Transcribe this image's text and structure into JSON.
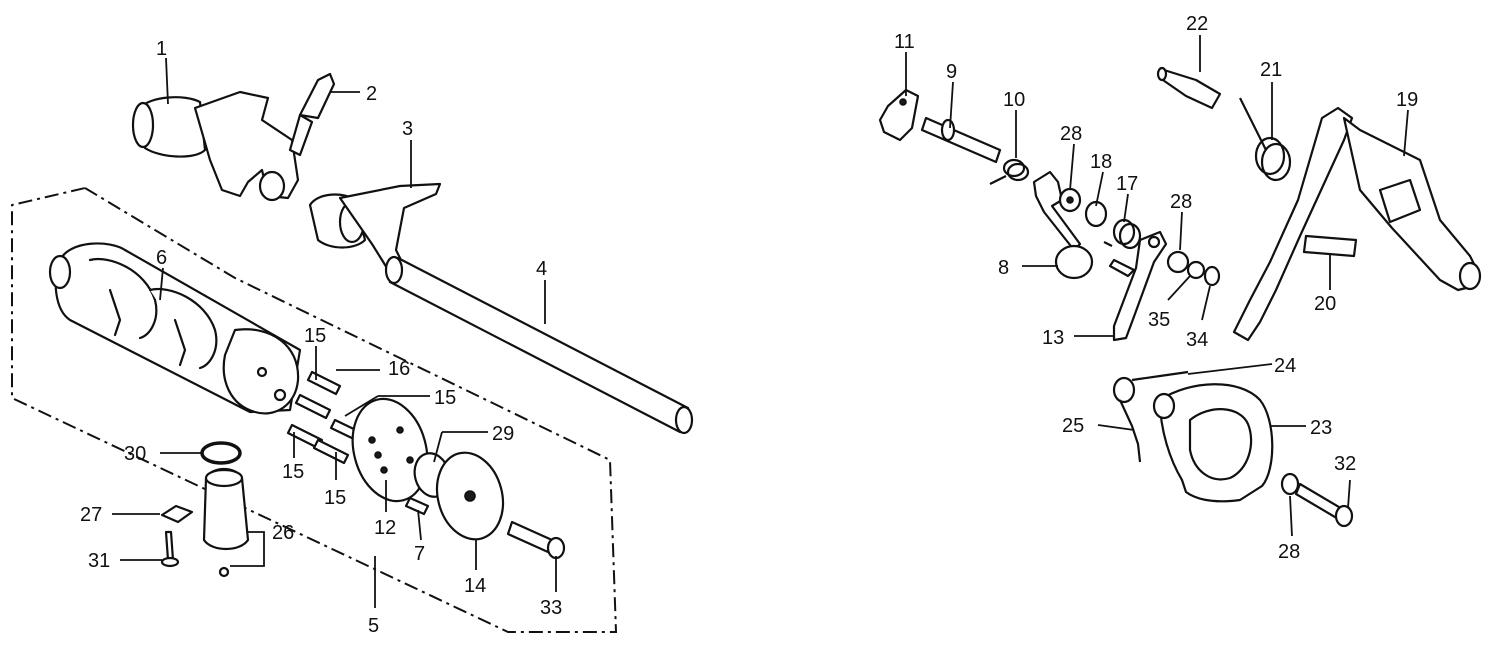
{
  "diagram": {
    "callouts": {
      "c1": "1",
      "c2": "2",
      "c3": "3",
      "c4": "4",
      "c5": "5",
      "c6": "6",
      "c7": "7",
      "c8": "8",
      "c9": "9",
      "c10": "10",
      "c11": "11",
      "c12": "12",
      "c13": "13",
      "c14": "14",
      "c15a": "15",
      "c15b": "15",
      "c15c": "15",
      "c15d": "15",
      "c16": "16",
      "c17": "17",
      "c18": "18",
      "c19": "19",
      "c20": "20",
      "c21": "21",
      "c22": "22",
      "c23": "23",
      "c24": "24",
      "c25": "25",
      "c26": "26",
      "c27": "27",
      "c28a": "28",
      "c28b": "28",
      "c28c": "28",
      "c29": "29",
      "c30": "30",
      "c31": "31",
      "c32": "32",
      "c33": "33",
      "c34": "34",
      "c35": "35"
    }
  }
}
